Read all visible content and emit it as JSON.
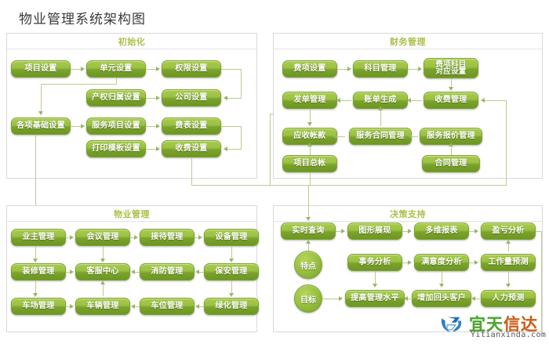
{
  "page": {
    "title": "物业管理系统架构图"
  },
  "panels": {
    "init": {
      "title": "初始化",
      "nodes": [
        {
          "id": "xmsz",
          "label": "项目设置"
        },
        {
          "id": "dysz",
          "label": "单元设置"
        },
        {
          "id": "qxsz",
          "label": "权限设置"
        },
        {
          "id": "cqgssz",
          "label": "产权归属设置"
        },
        {
          "id": "gssz",
          "label": "公司设置"
        },
        {
          "id": "gxjcsz",
          "label": "各项基础设置"
        },
        {
          "id": "fwxmsz",
          "label": "服务项目设置"
        },
        {
          "id": "fbsz",
          "label": "费表设置"
        },
        {
          "id": "dymbsz",
          "label": "打印模板设置"
        },
        {
          "id": "sfsz",
          "label": "收费设置"
        }
      ]
    },
    "finance": {
      "title": "财务管理",
      "nodes": [
        {
          "id": "fxsz",
          "label": "费项设置"
        },
        {
          "id": "kmgl",
          "label": "科目管理"
        },
        {
          "id": "fxkmdysz",
          "label": "费项科目\n对应设置"
        },
        {
          "id": "fdgl",
          "label": "发单管理"
        },
        {
          "id": "zdsc",
          "label": "账单生成"
        },
        {
          "id": "sfgl",
          "label": "收费管理"
        },
        {
          "id": "yszk",
          "label": "应收帐款"
        },
        {
          "id": "fwhtgl",
          "label": "服务合同管理"
        },
        {
          "id": "fwbjgl",
          "label": "服务报价管理"
        },
        {
          "id": "xmzz",
          "label": "项目总帐"
        },
        {
          "id": "htgl",
          "label": "合同管理"
        }
      ]
    },
    "property": {
      "title": "物业管理",
      "nodes": [
        {
          "id": "yzgl",
          "label": "业主管理"
        },
        {
          "id": "hygl",
          "label": "会议管理"
        },
        {
          "id": "jdgl",
          "label": "接待管理"
        },
        {
          "id": "sbgl",
          "label": "设备管理"
        },
        {
          "id": "zxgl",
          "label": "装修管理"
        },
        {
          "id": "kfzx",
          "label": "客服中心"
        },
        {
          "id": "xfgl",
          "label": "消防管理"
        },
        {
          "id": "bagl",
          "label": "保安管理"
        },
        {
          "id": "ccgl",
          "label": "车场管理"
        },
        {
          "id": "clgl",
          "label": "车辆管理"
        },
        {
          "id": "cwgl",
          "label": "车位管理"
        },
        {
          "id": "lhgl",
          "label": "绿化管理"
        }
      ]
    },
    "decision": {
      "title": "决策支持",
      "nodes": [
        {
          "id": "sscx",
          "label": "实时查询"
        },
        {
          "id": "txzx",
          "label": "图形展现"
        },
        {
          "id": "dwbb",
          "label": "多维报表"
        },
        {
          "id": "ykfx",
          "label": "盈亏分析"
        },
        {
          "id": "swfx",
          "label": "事务分析"
        },
        {
          "id": "mydfx",
          "label": "满意度分析"
        },
        {
          "id": "gzlyc",
          "label": "工作量预测"
        },
        {
          "id": "tggLsp",
          "label": "提高管理水平"
        },
        {
          "id": "zjhtkh",
          "label": "增加回头客户"
        },
        {
          "id": "rlyc",
          "label": "人力预测"
        }
      ],
      "circles": [
        {
          "id": "tedian",
          "label": "特点"
        },
        {
          "id": "mubiao",
          "label": "目标"
        }
      ]
    }
  },
  "logo": {
    "cn_green": "宜天",
    "cn_orange": "信达",
    "en": "Yitianxinda.com"
  },
  "colors": {
    "node_top": "#a8cb4b",
    "node_bottom": "#6d9623",
    "panel_border": "#d9d9d9",
    "panel_title": "#a8c24a",
    "connector": "#b9cd8d",
    "title_text": "#3a3a3a",
    "logo_green": "#4aa832",
    "logo_orange": "#cf5f1c"
  }
}
